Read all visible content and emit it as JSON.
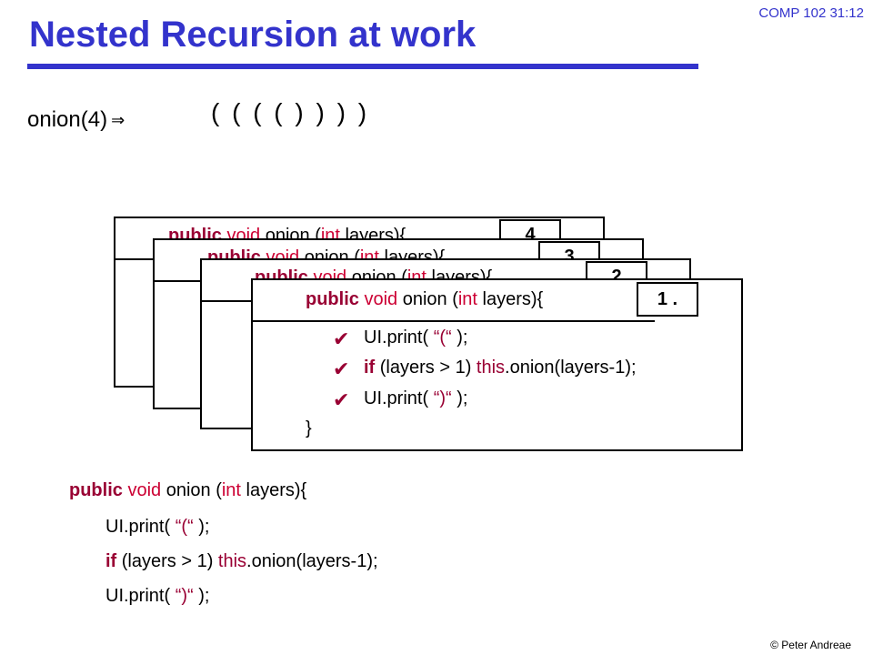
{
  "header": {
    "course": "COMP 102  31:12"
  },
  "title": "Nested Recursion at work",
  "call": {
    "text": "onion(4)",
    "arrow": "⇒"
  },
  "output": "( ( ( ( ) ) ) )",
  "signature": {
    "public": "public",
    "void": " void",
    "name": " onion (",
    "int": "int",
    "param": " layers){"
  },
  "stack_frames": [
    {
      "value": "4"
    },
    {
      "value": "3"
    },
    {
      "value": "2"
    },
    {
      "value": "1 ."
    }
  ],
  "frame_body": {
    "print_open": {
      "pre": "UI.print( ",
      "str": "“(“",
      "post": " );"
    },
    "if_line": {
      "kw": "if",
      "cond": " (layers > 1)  ",
      "this": "this",
      "rest": ".onion(layers-1);"
    },
    "print_close": {
      "pre": "UI.print( ",
      "str": "“)“",
      "post": " );"
    },
    "close_brace": "}",
    "check": "✔"
  },
  "code_listing": {
    "print_open": {
      "pre": "UI.print( ",
      "str": "“(“",
      "post": " );"
    },
    "if_line": {
      "kw": "if",
      "cond": " (layers > 1)  ",
      "this": "this",
      "rest": ".onion(layers-1);"
    },
    "print_close": {
      "pre": "UI.print( ",
      "str": "“)“",
      "post": " );"
    }
  },
  "footer": {
    "copyright": "© Peter Andreae"
  }
}
